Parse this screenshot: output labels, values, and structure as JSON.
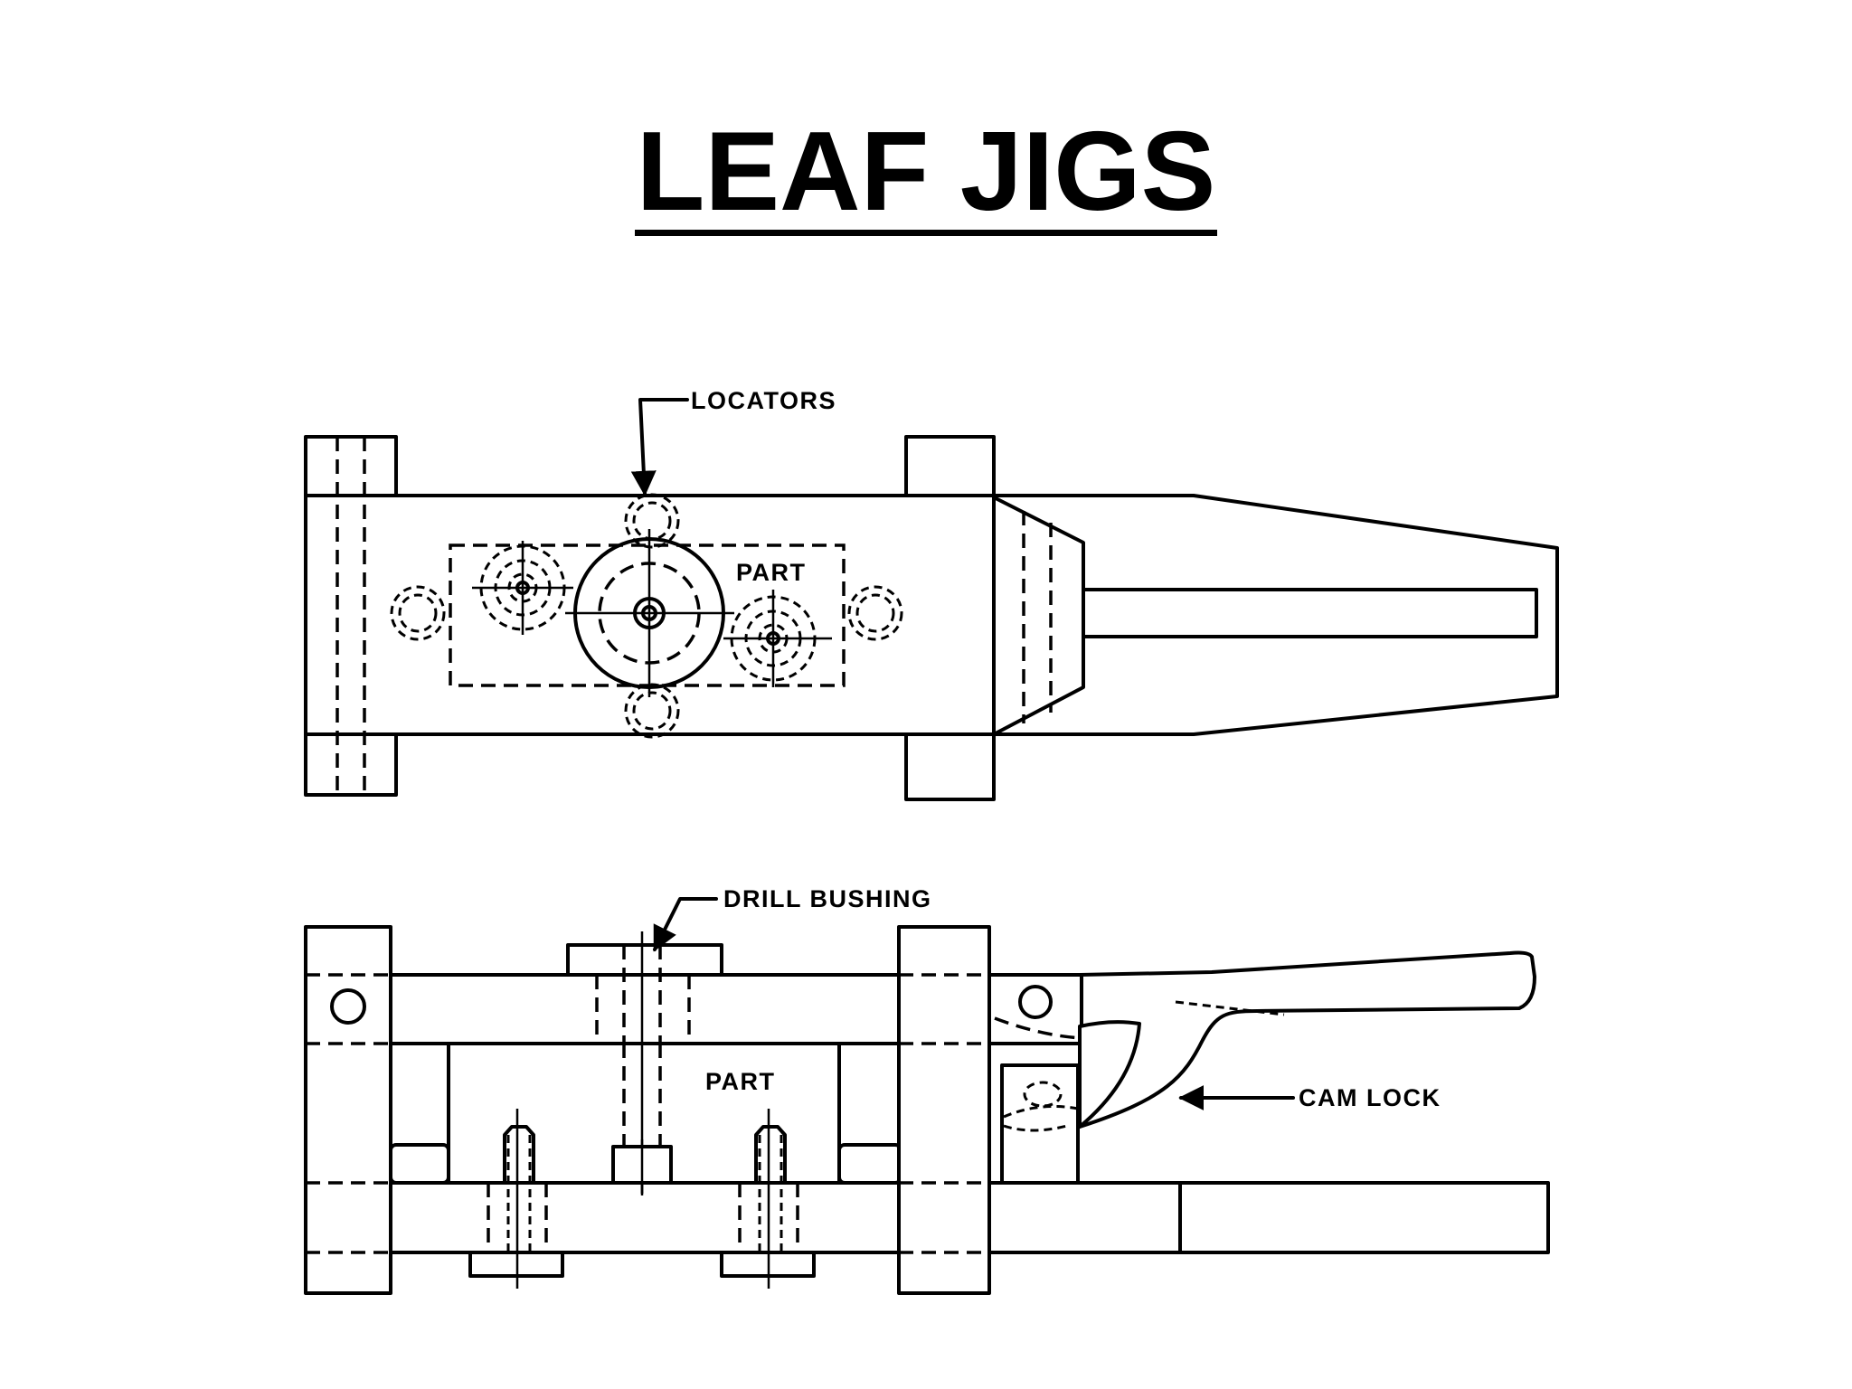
{
  "title": "LEAF JIGS",
  "labels": {
    "locators": "LOCATORS",
    "part_top": "PART",
    "drill_bushing": "DRILL BUSHING",
    "part_side": "PART",
    "cam_lock": "CAM LOCK"
  }
}
